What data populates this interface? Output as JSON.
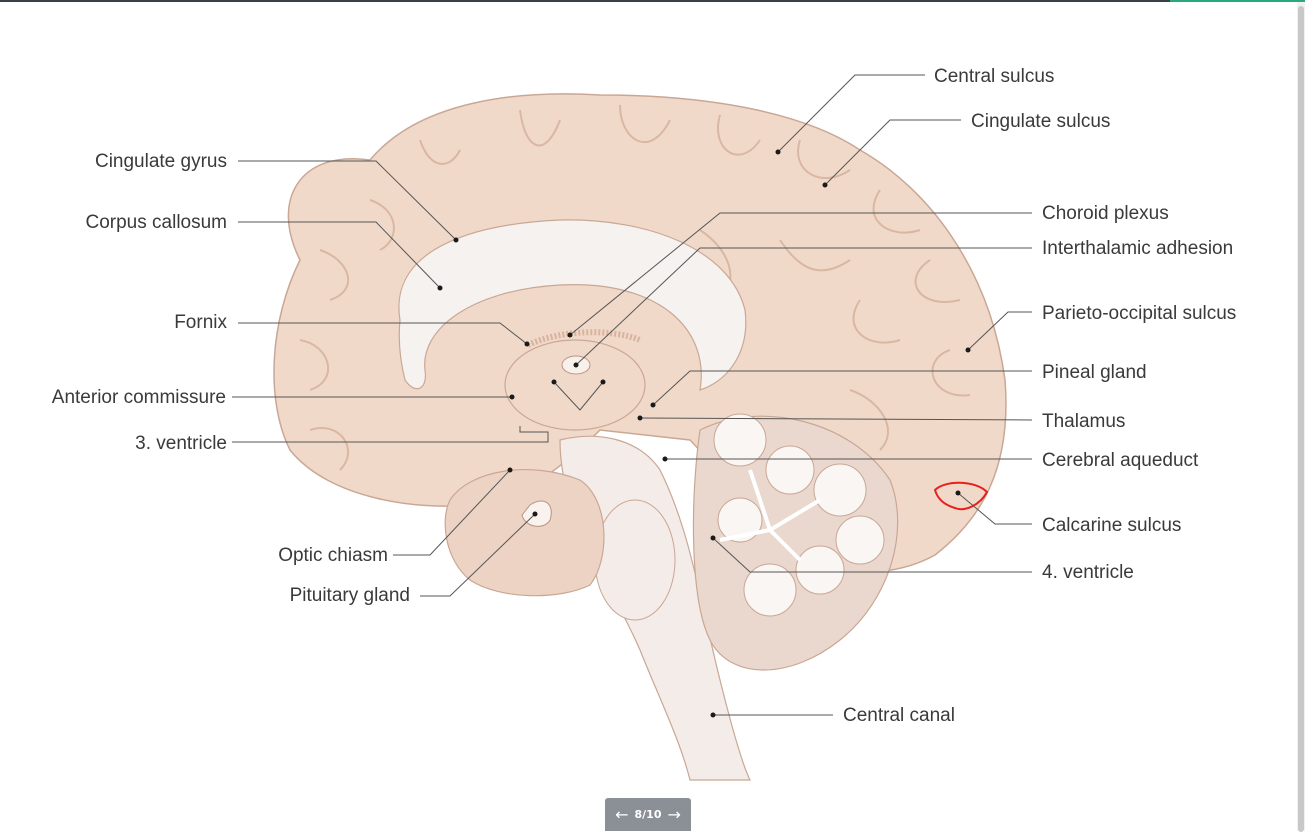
{
  "labels": {
    "central_sulcus": "Central sulcus",
    "cingulate_sulcus": "Cingulate sulcus",
    "cingulate_gyrus": "Cingulate gyrus",
    "corpus_callosum": "Corpus callosum",
    "choroid_plexus": "Choroid plexus",
    "interthalamic_adhesion": "Interthalamic adhesion",
    "fornix": "Fornix",
    "parieto_occipital_sulcus": "Parieto-occipital sulcus",
    "pineal_gland": "Pineal gland",
    "anterior_commissure": "Anterior commissure",
    "thalamus": "Thalamus",
    "third_ventricle": "3. ventricle",
    "cerebral_aqueduct": "Cerebral aqueduct",
    "calcarine_sulcus": "Calcarine sulcus",
    "optic_chiasm": "Optic chiasm",
    "fourth_ventricle": "4. ventricle",
    "pituitary_gland": "Pituitary gland",
    "central_canal": "Central canal"
  },
  "highlight_color": "#e8201c",
  "pager": {
    "prev_icon": "arrow-left-icon",
    "next_icon": "arrow-right-icon",
    "count": "8/10"
  }
}
